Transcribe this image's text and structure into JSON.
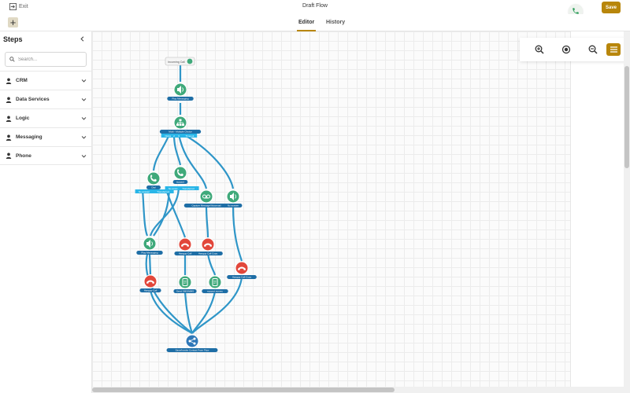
{
  "topbar": {
    "exit_label": "Exit",
    "title": "Draft Flow",
    "save_label": "Save"
  },
  "tabs": [
    {
      "label": "Editor",
      "active": true
    },
    {
      "label": "History",
      "active": false
    }
  ],
  "sidebar": {
    "title": "Steps",
    "search_placeholder": "Search...",
    "categories": [
      {
        "label": "CRM"
      },
      {
        "label": "Data Services"
      },
      {
        "label": "Logic"
      },
      {
        "label": "Messaging"
      },
      {
        "label": "Phone"
      }
    ]
  },
  "colors": {
    "accent": "#b8860b",
    "edge": "#2f96c8",
    "label_bg": "#1e6ea6",
    "branch_bg": "#29b6e8",
    "node_green": "#3fa97a",
    "node_red": "#e2473b",
    "node_blue": "#2f78b8"
  },
  "flow": {
    "start_node": {
      "label": "Incoming Call"
    },
    "nodes": [
      {
        "id": "play1",
        "type": "green",
        "icon": "speaker-icon",
        "label": "Play Messaging"
      },
      {
        "id": "multi",
        "type": "green",
        "icon": "tree-icon",
        "label": "Multi - Multiple Choice"
      },
      {
        "id": "dial1",
        "type": "green",
        "icon": "phone-icon",
        "label": "Dial"
      },
      {
        "id": "dial2",
        "type": "green",
        "icon": "phone-icon",
        "label": "support"
      },
      {
        "id": "capture",
        "type": "green",
        "icon": "voicemail-icon",
        "label": "Capture Message/Voicemail"
      },
      {
        "id": "noanswer",
        "type": "green",
        "icon": "speaker-icon",
        "label": "No answer"
      },
      {
        "id": "play2",
        "type": "green",
        "icon": "speaker-icon",
        "label": "Play Messaging"
      },
      {
        "id": "hang1",
        "type": "red",
        "icon": "hangup-icon",
        "label": "Hangup Call"
      },
      {
        "id": "hang2",
        "type": "red",
        "icon": "hangup-icon",
        "label": "Hangup Call Copy"
      },
      {
        "id": "hang3",
        "type": "red",
        "icon": "hangup-icon",
        "label": "Hangup Call"
      },
      {
        "id": "hang4",
        "type": "red",
        "icon": "hangup-icon",
        "label": "Hangup Call Copy"
      },
      {
        "id": "sms",
        "type": "green",
        "icon": "sms-icon",
        "label": "Send SMS/MMS"
      },
      {
        "id": "survey",
        "type": "green",
        "icon": "sms-icon",
        "label": "support survey"
      },
      {
        "id": "end",
        "type": "blue",
        "icon": "share-icon",
        "label": "Save/Invoke Contact From Flow"
      }
    ],
    "branch_labels": {
      "multi": [
        "Option 1",
        "2",
        "3",
        "4",
        "Timeout"
      ],
      "dial1": [
        "No answer",
        "Transferred"
      ],
      "dial2": [
        "No answer",
        "Transferred"
      ]
    }
  }
}
